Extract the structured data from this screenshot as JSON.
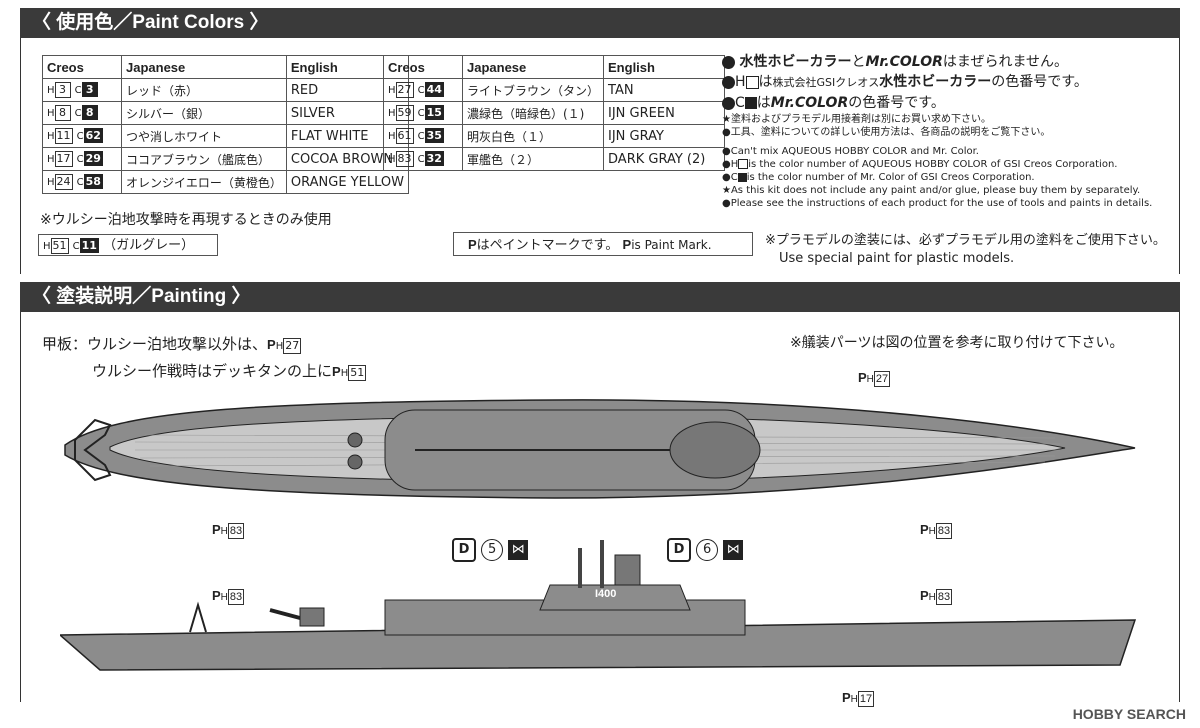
{
  "headers": {
    "paint_colors": "〈 使用色／Paint Colors 〉",
    "painting": "〈 塗装説明／Painting 〉"
  },
  "table_columns": [
    "Creos",
    "Japanese",
    "English"
  ],
  "table1": [
    {
      "h": "3",
      "c": "3",
      "jp": "レッド（赤）",
      "en": "RED"
    },
    {
      "h": "8",
      "c": "8",
      "jp": "シルバー（銀）",
      "en": "SILVER"
    },
    {
      "h": "11",
      "c": "62",
      "jp": "つや消しホワイト",
      "en": "FLAT WHITE"
    },
    {
      "h": "17",
      "c": "29",
      "jp": "ココアブラウン（艦底色）",
      "en": "COCOA BROWN"
    },
    {
      "h": "24",
      "c": "58",
      "jp": "オレンジイエロー（黄橙色）",
      "en": "ORANGE YELLOW"
    }
  ],
  "table2": [
    {
      "h": "27",
      "c": "44",
      "jp": "ライトブラウン（タン）",
      "en": "TAN"
    },
    {
      "h": "59",
      "c": "15",
      "jp": "濃緑色（暗緑色）(１)",
      "en": "IJN GREEN"
    },
    {
      "h": "61",
      "c": "35",
      "jp": "明灰白色（１）",
      "en": "IJN GRAY"
    },
    {
      "h": "83",
      "c": "32",
      "jp": "軍艦色（２）",
      "en": "DARK GRAY (2)"
    }
  ],
  "prefix": {
    "h": "H",
    "c": "C"
  },
  "jp_notes": {
    "n1a": "水性ホビーカラー",
    "n1b": "と",
    "n1c": "Mr.COLOR",
    "n1d": "はまぜられません。",
    "n2a": "H",
    "n2b": "は",
    "n2c": "株式会社GSIクレオス",
    "n2d": "水性ホビーカラー",
    "n2e": "の色番号です。",
    "n3a": "C",
    "n3b": "は",
    "n3c": "Mr.COLOR",
    "n3d": "の色番号です。",
    "n4": "★塗料およびプラモデル用接着剤は別にお買い求め下さい。",
    "n5": "●工具、塗料についての詳しい使用方法は、各商品の説明をご覧下さい。"
  },
  "en_notes": [
    "●Can't mix AQUEOUS HOBBY COLOR and Mr. Color.",
    "is the color number of AQUEOUS HOBBY COLOR of GSI Creos Corporation.",
    "is the color number of Mr. Color of GSI Creos Corporation.",
    "★As this kit does not include any paint and/or glue, please buy them by separately.",
    "●Please see the instructions of each product for the use of tools and paints in details."
  ],
  "ulithi_note": "※ウルシー泊地攻撃時を再現するときのみ使用",
  "ulithi_color": {
    "h": "51",
    "c": "11",
    "name": "（ガルグレー）"
  },
  "paint_mark": {
    "jp": "はペイントマークです。",
    "en": "is Paint Mark."
  },
  "plastic_note_jp": "※プラモデルの塗装には、必ずプラモデル用の塗料をご使用下さい。",
  "plastic_note_en": "Use special paint for plastic models.",
  "deck": {
    "label": "甲板：",
    "line1": "ウルシー泊地攻撃以外は、",
    "line1_code": "27",
    "line2": "ウルシー作戦時はデッキタンの上に",
    "line2_code": "51"
  },
  "fitting_note": "※艤装パーツは図の位置を参考に取り付けて下さい。",
  "callouts": {
    "top_right": "27",
    "top_left_bottom": "83",
    "top_right_bottom": "83",
    "side_left": "83",
    "side_right": "83",
    "side_bottom": "17",
    "decal5": "5",
    "decal6": "6"
  },
  "hull_number": "I400",
  "watermark": "HOBBY SEARCH",
  "colors": {
    "banner": "#3a3a3a",
    "hull": "#8c8c8c",
    "deck": "#c8c8c8",
    "dark": "#222222"
  }
}
